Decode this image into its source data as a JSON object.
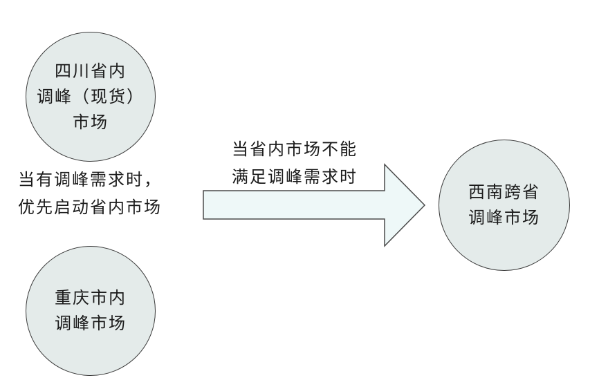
{
  "nodes": {
    "sichuan": {
      "lines": [
        "四川省内",
        "调峰（现货）",
        "市场"
      ]
    },
    "chongqing": {
      "lines": [
        "重庆市内",
        "调峰市场"
      ]
    },
    "southwest": {
      "lines": [
        "西南跨省",
        "调峰市场"
      ]
    }
  },
  "left_note": {
    "lines": [
      "当有调峰需求时，",
      "优先启动省内市场"
    ]
  },
  "arrow_label": {
    "lines": [
      "当省内市场不能",
      "满足调峰需求时"
    ]
  },
  "colors": {
    "circle_fill": "#e4ebea",
    "arrow_fill": "#eef8f8",
    "stroke": "#3a3a3a",
    "text": "#1a1a1a"
  }
}
